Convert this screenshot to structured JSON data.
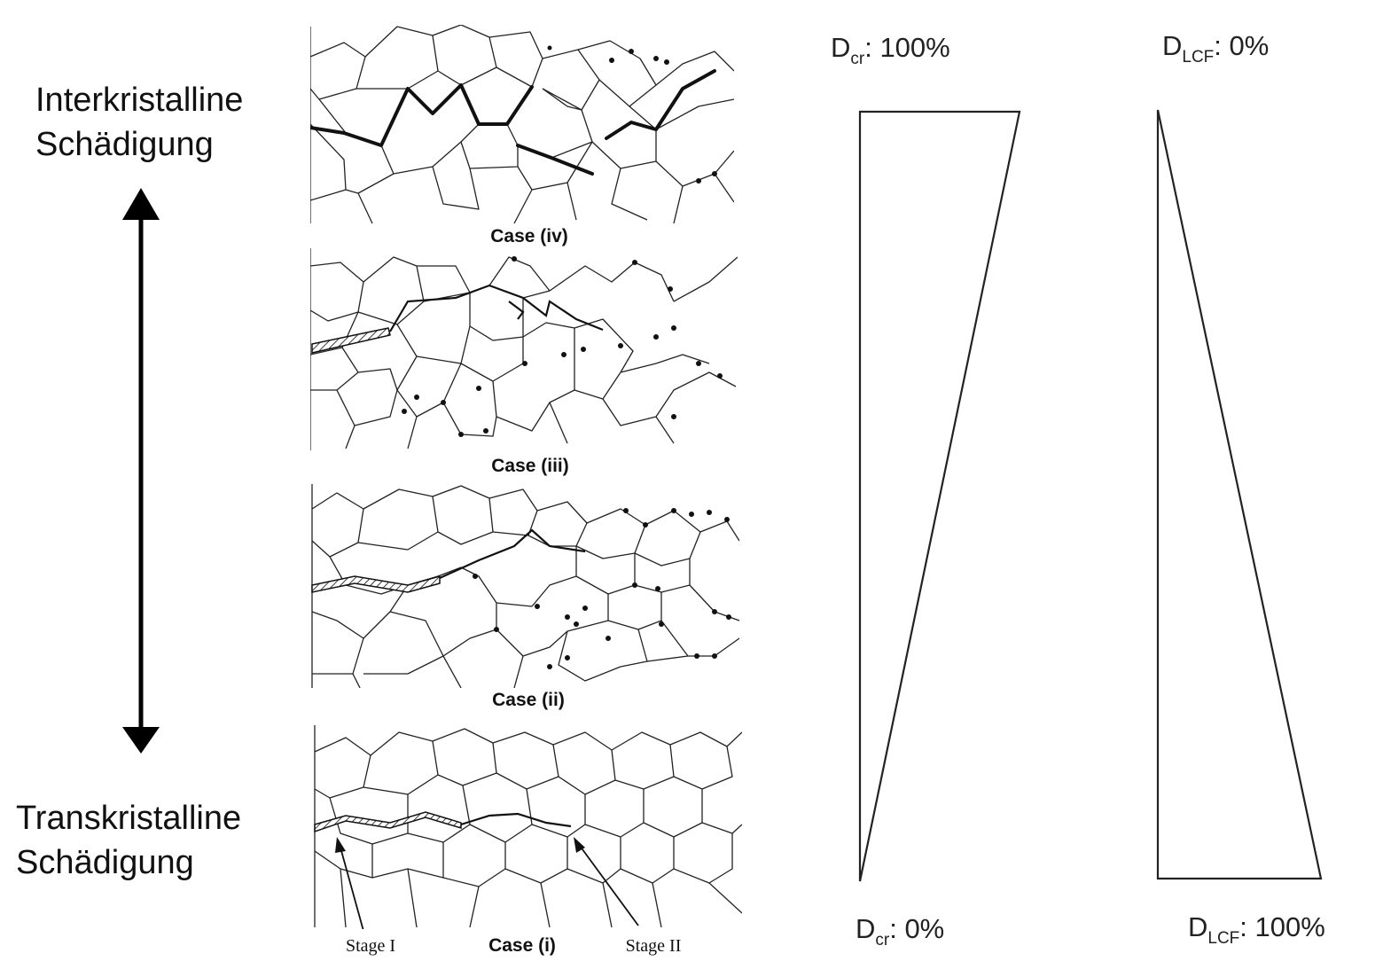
{
  "labels": {
    "top": [
      "Interkristalline",
      "Schädigung"
    ],
    "bottom": [
      "Transkristalline",
      "Schädigung"
    ]
  },
  "panels": [
    {
      "id": "iv",
      "caption": "Case (iv)"
    },
    {
      "id": "iii",
      "caption": "Case (iii)"
    },
    {
      "id": "ii",
      "caption": "Case (ii)"
    },
    {
      "id": "i",
      "caption": "Case (i)",
      "stage_left": "Stage I",
      "stage_right": "Stage II"
    }
  ],
  "wedges": {
    "creep": {
      "symbol": "D",
      "sub": "cr",
      "top_value": ": 100%",
      "bottom_value": ": 0%",
      "top_fraction": 1.0,
      "bottom_fraction": 0.0
    },
    "lcf": {
      "symbol": "D",
      "sub": "LCF",
      "top_value": ": 0%",
      "bottom_value": ": 100%",
      "top_fraction": 0.0,
      "bottom_fraction": 1.0
    }
  },
  "colors": {
    "ink": "#111111",
    "background": "#ffffff"
  }
}
